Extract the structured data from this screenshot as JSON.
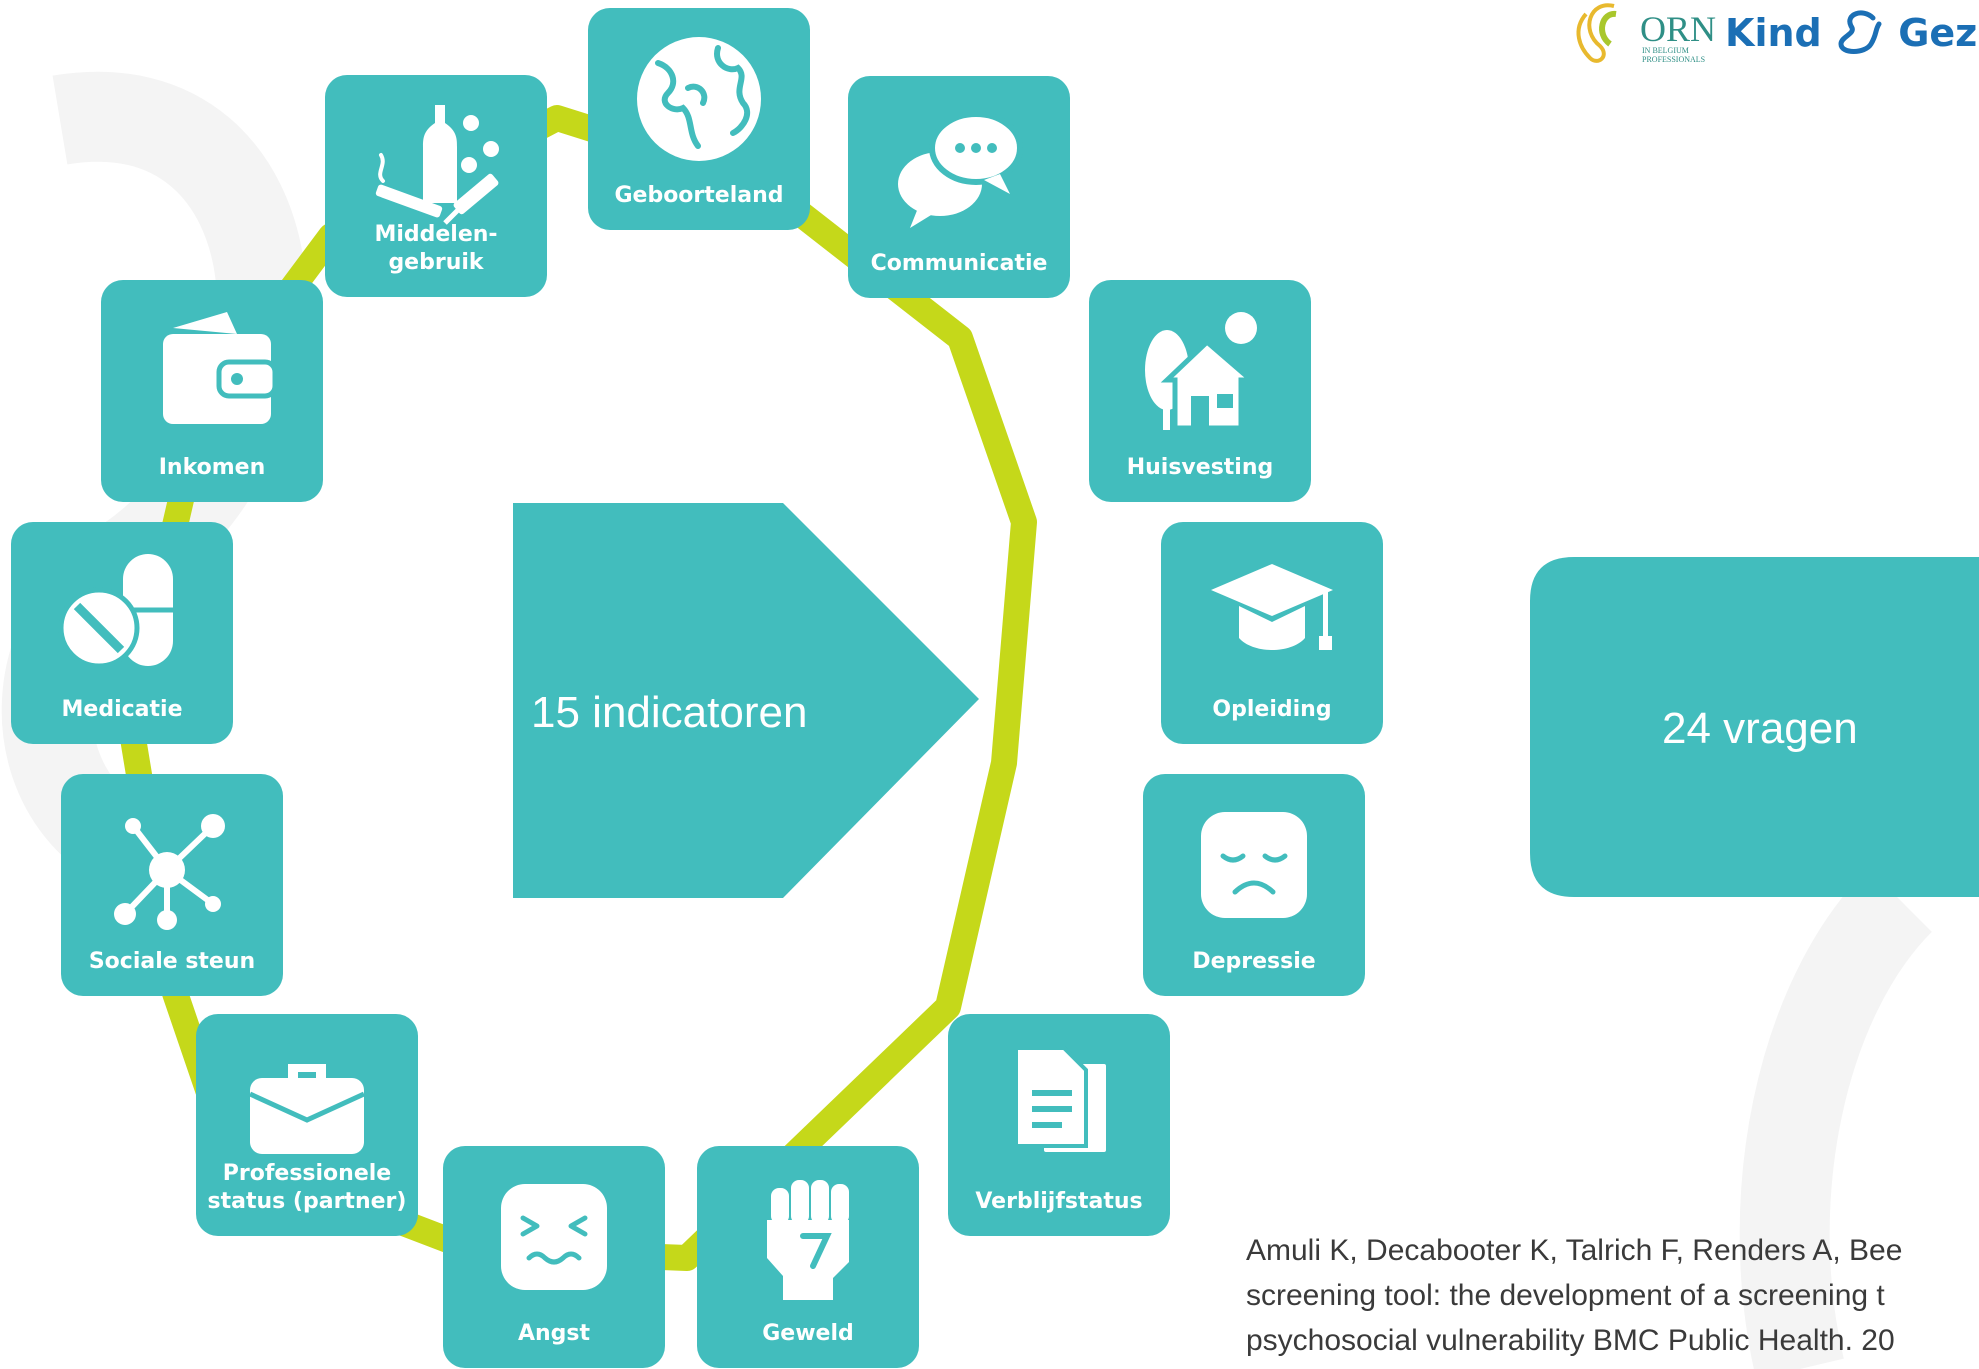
{
  "logo": {
    "born_text": "ORN",
    "born_sub": "IN BELGIUM\nPROFESSIONALS",
    "org_part1": "Kind",
    "org_part2": "Gezin"
  },
  "indicators": [
    {
      "label": "Geboorteland",
      "icon": "globe-icon"
    },
    {
      "label": "Communicatie",
      "icon": "speech-bubbles-icon"
    },
    {
      "label": "Huisvesting",
      "icon": "house-icon"
    },
    {
      "label": "Opleiding",
      "icon": "graduation-cap-icon"
    },
    {
      "label": "Depressie",
      "icon": "sad-face-icon"
    },
    {
      "label": "Verblijfstatus",
      "icon": "documents-icon"
    },
    {
      "label": "Geweld",
      "icon": "fist-icon"
    },
    {
      "label": "Angst",
      "icon": "anxious-face-icon"
    },
    {
      "label": "Professionele\nstatus (partner)",
      "icon": "briefcase-icon"
    },
    {
      "label": "Sociale steun",
      "icon": "network-icon"
    },
    {
      "label": "Medicatie",
      "icon": "pills-icon"
    },
    {
      "label": "Inkomen",
      "icon": "wallet-icon"
    },
    {
      "label": "Middelen-\ngebruik",
      "icon": "substances-icon"
    }
  ],
  "center_arrow": {
    "text": "15 indicatoren"
  },
  "result_box": {
    "text": "24 vragen"
  },
  "citation": {
    "line1": "Amuli K, Decabooter K, Talrich F, Renders A, Bee",
    "line2": "screening tool: the development of a screening t",
    "line3": "psychosocial vulnerability BMC Public Health. 20"
  },
  "colors": {
    "teal": "#42bdbd",
    "connector": "#c5d81a",
    "logo_green": "#a9c72c",
    "logo_blue": "#1b6fb5"
  }
}
